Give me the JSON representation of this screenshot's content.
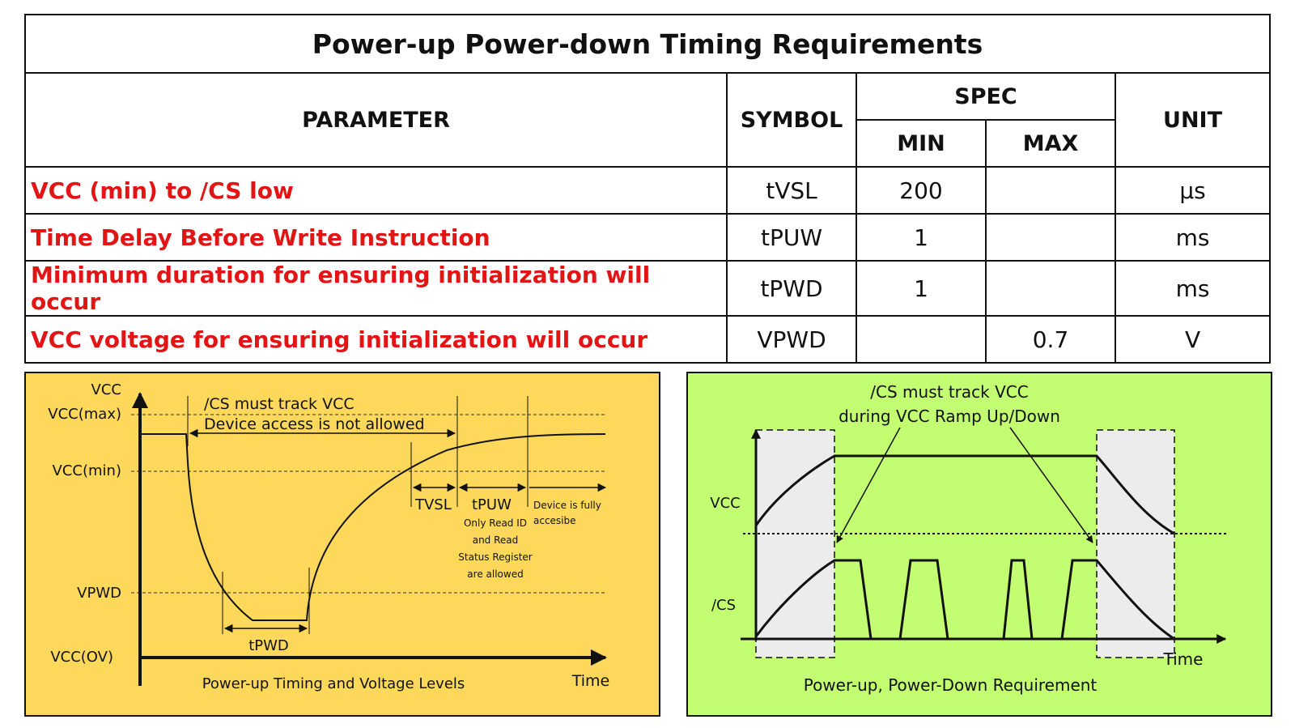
{
  "table": {
    "title": "Power-up Power-down Timing Requirements",
    "headers": {
      "parameter": "PARAMETER",
      "symbol": "SYMBOL",
      "spec": "SPEC",
      "min": "MIN",
      "max": "MAX",
      "unit": "UNIT"
    },
    "rows": [
      {
        "parameter": "VCC (min) to /CS low",
        "symbol": "tVSL",
        "min": "200",
        "max": "",
        "unit": "µs"
      },
      {
        "parameter": "Time Delay Before Write Instruction",
        "symbol": "tPUW",
        "min": "1",
        "max": "",
        "unit": "ms"
      },
      {
        "parameter": "Minimum duration for ensuring initialization will occur",
        "symbol": "tPWD",
        "min": "1",
        "max": "",
        "unit": "ms"
      },
      {
        "parameter": "VCC voltage for ensuring initialization will occur",
        "symbol": "VPWD",
        "min": "",
        "max": "0.7",
        "unit": "V"
      }
    ]
  },
  "left_diagram": {
    "background": "#fdd85a",
    "y_axis_label": "VCC",
    "x_axis_label": "Time",
    "levels": {
      "vcc_max": "VCC(max)",
      "vcc_min": "VCC(min)",
      "vpwd": "VPWD",
      "vcc_ov": "VCC(OV)"
    },
    "annotation_line1": "/CS must track VCC",
    "annotation_line2": "Device access is not allowed",
    "tvsl": "TVSL",
    "tpuw": "tPUW",
    "tpuw_note": [
      "Only Read ID",
      "and Read",
      "Status Register",
      "are allowed"
    ],
    "device_access_note": [
      "Device is fully",
      "accesibe"
    ],
    "tpwd": "tPWD",
    "caption": "Power-up Timing and Voltage Levels"
  },
  "right_diagram": {
    "background": "#c3fd71",
    "title_line1": "/CS must track VCC",
    "title_line2": "during VCC Ramp Up/Down",
    "vcc_label": "VCC",
    "cs_label": "/CS",
    "x_axis_label": "Time",
    "caption": "Power-up, Power-Down Requirement"
  }
}
